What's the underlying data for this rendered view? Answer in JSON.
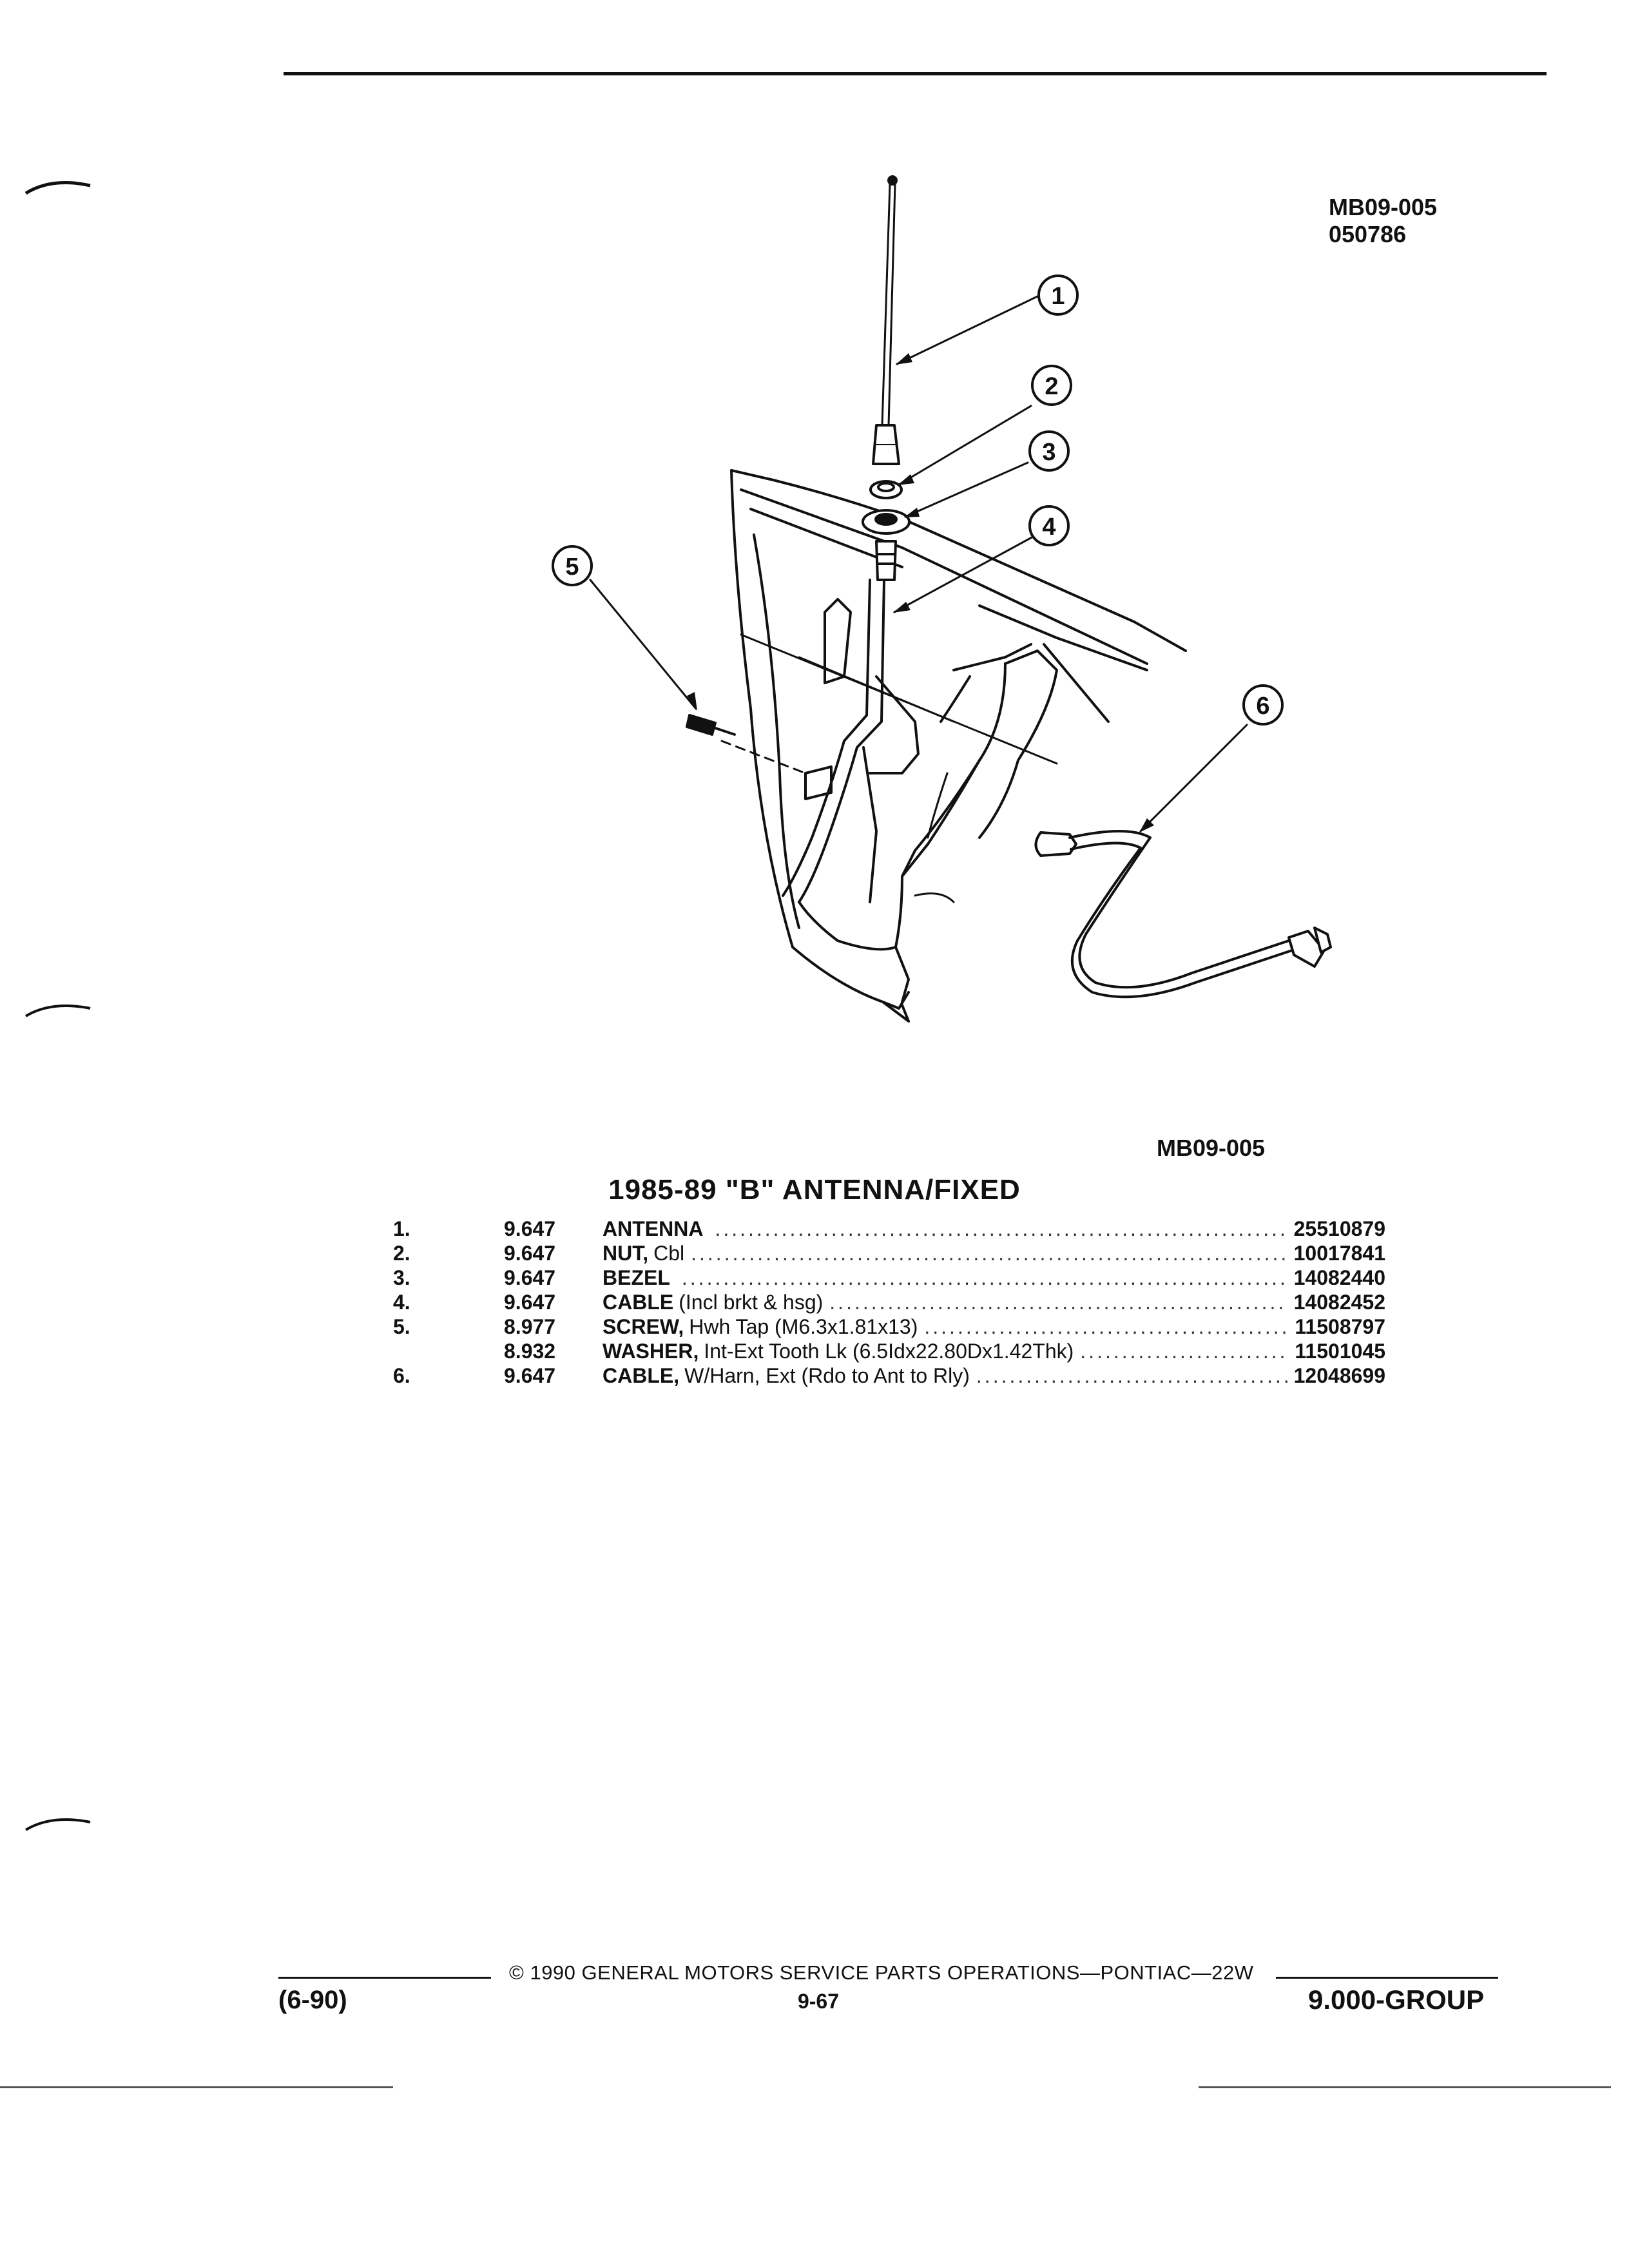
{
  "header": {
    "ref_code": "MB09-005",
    "ref_date": "050786"
  },
  "diagram": {
    "ref_code": "MB09-005",
    "callouts": [
      "1",
      "2",
      "3",
      "4",
      "5",
      "6"
    ]
  },
  "title": "1985-89 \"B\" ANTENNA/FIXED",
  "parts": [
    {
      "item": "1.",
      "group": "9.647",
      "name": "ANTENNA",
      "detail": "",
      "part": "25510879"
    },
    {
      "item": "2.",
      "group": "9.647",
      "name": "NUT,",
      "detail": "Cbl",
      "part": "10017841"
    },
    {
      "item": "3.",
      "group": "9.647",
      "name": "BEZEL",
      "detail": "",
      "part": "14082440"
    },
    {
      "item": "4.",
      "group": "9.647",
      "name": "CABLE",
      "detail": "(Incl brkt & hsg)",
      "part": "14082452"
    },
    {
      "item": "5.",
      "group": "8.977",
      "name": "SCREW,",
      "detail": "Hwh Tap (M6.3x1.81x13)",
      "part": "11508797"
    },
    {
      "item": "",
      "group": "8.932",
      "name": "WASHER,",
      "detail": "Int-Ext Tooth Lk (6.5Idx22.80Dx1.42Thk)",
      "part": "11501045"
    },
    {
      "item": "6.",
      "group": "9.647",
      "name": "CABLE,",
      "detail": "W/Harn, Ext (Rdo to Ant to Rly)",
      "part": "12048699"
    }
  ],
  "footer": {
    "copyright": "© 1990 GENERAL MOTORS SERVICE PARTS OPERATIONS—PONTIAC—22W",
    "page_number": "9-67",
    "date_code": "(6-90)",
    "group": "9.000-GROUP"
  }
}
